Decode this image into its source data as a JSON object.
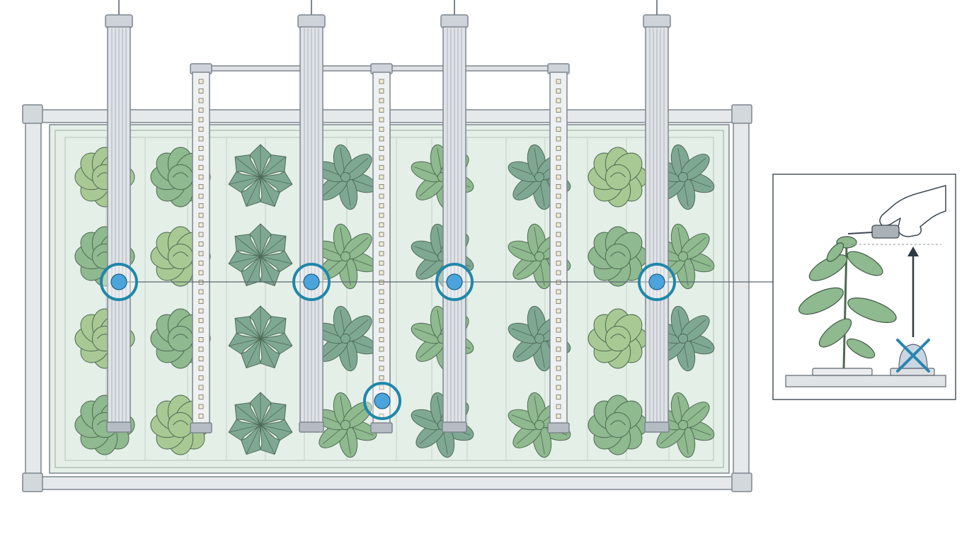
{
  "diagram": {
    "rack": {
      "plant_columns": 8,
      "plant_rows": 4,
      "column_kinds": [
        "lettuce",
        "lettuce",
        "kale",
        "spinach",
        "spinach",
        "spinach",
        "lettuce",
        "spinach"
      ],
      "tube_lights": 4,
      "led_strip_lights": 3
    },
    "sensors": {
      "count": 5,
      "aligned_row": 4,
      "low_sensor": 1
    },
    "inset": {
      "subject": "plant-height-measurement",
      "hand_tool": "handheld-sensor-probe",
      "arrow_direction": "up",
      "floor_sensor_mark": "x-mark"
    },
    "colors": {
      "frame_stroke": "#7d868f",
      "frame_fill": "#e6e9ec",
      "tray_fill": "#e4efe7",
      "light_fill": "#dfe3e7",
      "led_dot_fill": "#f2edd0",
      "sensor_ring": "#1f87aa",
      "sensor_fill": "#4ba4dc",
      "leaf_light": "#a8c993",
      "leaf_mid": "#8fb98e",
      "leaf_dark": "#7fa893",
      "leaf_vein": "#4e6b55",
      "ink": "#3e4a52",
      "arrow": "#2e3b44",
      "x_mark": "#2a86b0"
    }
  }
}
